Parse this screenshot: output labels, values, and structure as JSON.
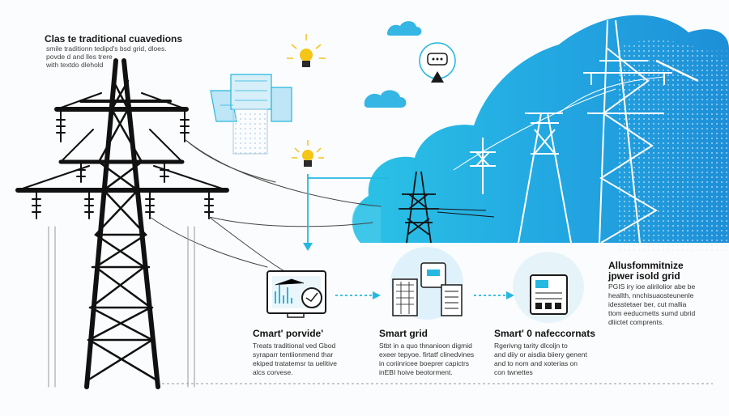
{
  "intro": {
    "title": "Clas te traditional cuavedions",
    "lines": [
      "smile traditionn tedipd's bsd grid, dloes.",
      "povde d and lles trere",
      "with textdo dlehold"
    ]
  },
  "steps": [
    {
      "title": "Cmart' porvide'",
      "lines": [
        "Treats traditional ved Gbod",
        "syraparr tentiionmend thar",
        "ekiped tratatemsr ta uelitive",
        "alcs corvese."
      ]
    },
    {
      "title": "Smart grid",
      "lines": [
        "Stbt in a quo thnanioon digmid",
        "exeer tepyoe. firtatf clinedvines",
        "in coriinricee boeprer capictrs",
        "inEBI hoive beotorment."
      ]
    },
    {
      "title": "Smart' 0 nafeccornats",
      "lines": [
        "Rgerivng tarity dlcoljn to",
        "and diiy or aisdia biiery genent",
        "and to nom and xoterias on",
        "con twnettes"
      ]
    }
  ],
  "right": {
    "title_lines": [
      "Allusfommitnize",
      "jpwer isold grid"
    ],
    "lines": [
      "PGIS iry ioe alirilolior abe be",
      "heallth, nnchisuaosteunenle",
      "idesstetaer ber, cut mallia",
      "ttom eeducmetts sumd ubrid",
      "dliictet comprents."
    ]
  },
  "colors": {
    "accent": "#25b8e0",
    "accent_dark": "#1e9fd8",
    "cloud_light": "#bfe6f6",
    "tower": "#111111",
    "bulb": "#f5c518"
  },
  "icons": [
    "bulb-icon",
    "monitor-icon",
    "smart-grid-icon",
    "tablet-icon",
    "cloud-icon",
    "transmission-tower-icon"
  ]
}
